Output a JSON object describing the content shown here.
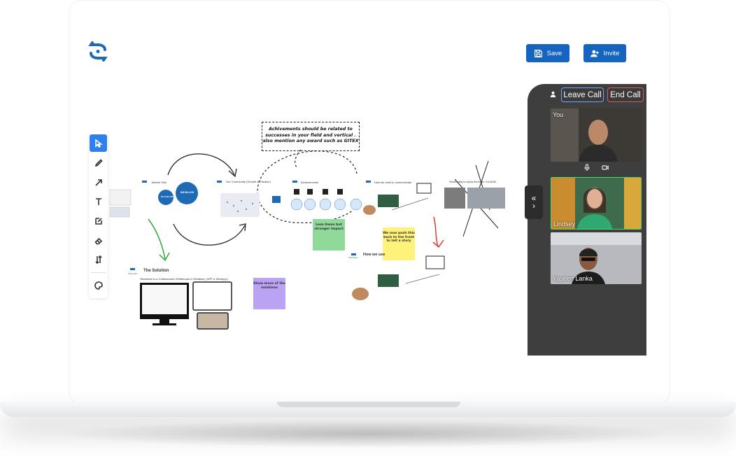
{
  "header": {
    "save_label": "Save",
    "invite_label": "Invite"
  },
  "toolbar": {
    "tools": [
      "select-icon",
      "pencil-icon",
      "arrow-icon",
      "text-icon",
      "sticky-note-icon",
      "eraser-icon",
      "swap-icon",
      "palette-icon"
    ],
    "active_tool": "select-icon"
  },
  "board": {
    "note": "Achivements should be related to successes in your field and vertical .\nalso mention any award such as GITEX",
    "sticky_green": "Less items but stronger impact",
    "sticky_yellow": "We now push this back to the front to tell a story",
    "sticky_purple": "Show more of the solutions",
    "slide_market_title": "Market Size",
    "slide_community_title": "Our Community (Growth & Traction)",
    "slide_achievements_title": "Achievements",
    "slide_how_used_title": "How we used to communicate",
    "slide_virtual_title": "Virtual reality is not just the future, it is NOW!",
    "slide_solution_title": "The Solution",
    "slide_solution_subtitle": "Sketshare is a Collaborative Whiteboard in Realtime ( APP & WebApp )",
    "slide_how_use_title": "How we use",
    "brand_name": "Sketshare",
    "market_small_value": "$5.2 BILLION",
    "market_big_value": "$26 BILLION"
  },
  "call": {
    "leave_label": "Leave Call",
    "end_label": "End Call",
    "participants": [
      {
        "name": "You"
      },
      {
        "name": "Lindsey"
      },
      {
        "name": "Yaseen Lanka"
      }
    ],
    "collapse_label": "«"
  },
  "colors": {
    "primary": "#1565c0",
    "active_tool": "#2f80ed",
    "panel": "#3e3e3e",
    "leave_border": "#6aa7ff",
    "end_border": "#e05a5a",
    "sticky_green": "#8fd99a",
    "sticky_yellow": "#fff27a",
    "sticky_purple": "#b9a3f2"
  }
}
